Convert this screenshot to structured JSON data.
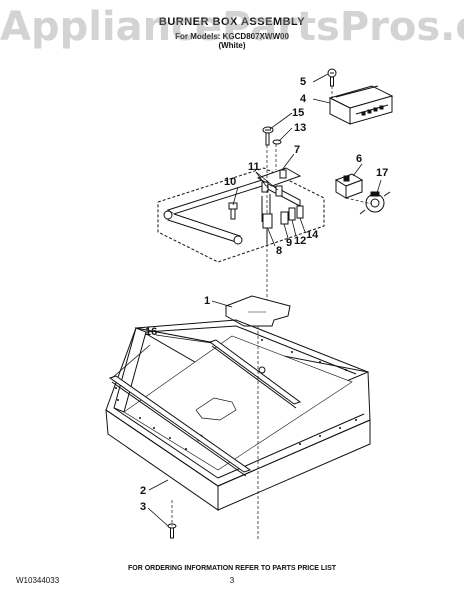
{
  "watermark": "AppliancePartsPros.com",
  "header": {
    "title": "BURNER BOX ASSEMBLY",
    "models": "For Models: KGCD807XWW00",
    "color": "(White)"
  },
  "callouts": [
    {
      "id": "c1",
      "label": "1"
    },
    {
      "id": "c2",
      "label": "2"
    },
    {
      "id": "c3",
      "label": "3"
    },
    {
      "id": "c4",
      "label": "4"
    },
    {
      "id": "c5",
      "label": "5"
    },
    {
      "id": "c6",
      "label": "6"
    },
    {
      "id": "c7",
      "label": "7"
    },
    {
      "id": "c8",
      "label": "8"
    },
    {
      "id": "c9",
      "label": "9"
    },
    {
      "id": "c10",
      "label": "10"
    },
    {
      "id": "c11",
      "label": "11"
    },
    {
      "id": "c12",
      "label": "12"
    },
    {
      "id": "c13",
      "label": "13"
    },
    {
      "id": "c14",
      "label": "14"
    },
    {
      "id": "c15",
      "label": "15"
    },
    {
      "id": "c16",
      "label": "16"
    },
    {
      "id": "c17",
      "label": "17"
    }
  ],
  "footer": {
    "ordering_note": "FOR ORDERING INFORMATION REFER TO PARTS PRICE LIST",
    "doc_number": "W10344033",
    "page_number": "3"
  }
}
